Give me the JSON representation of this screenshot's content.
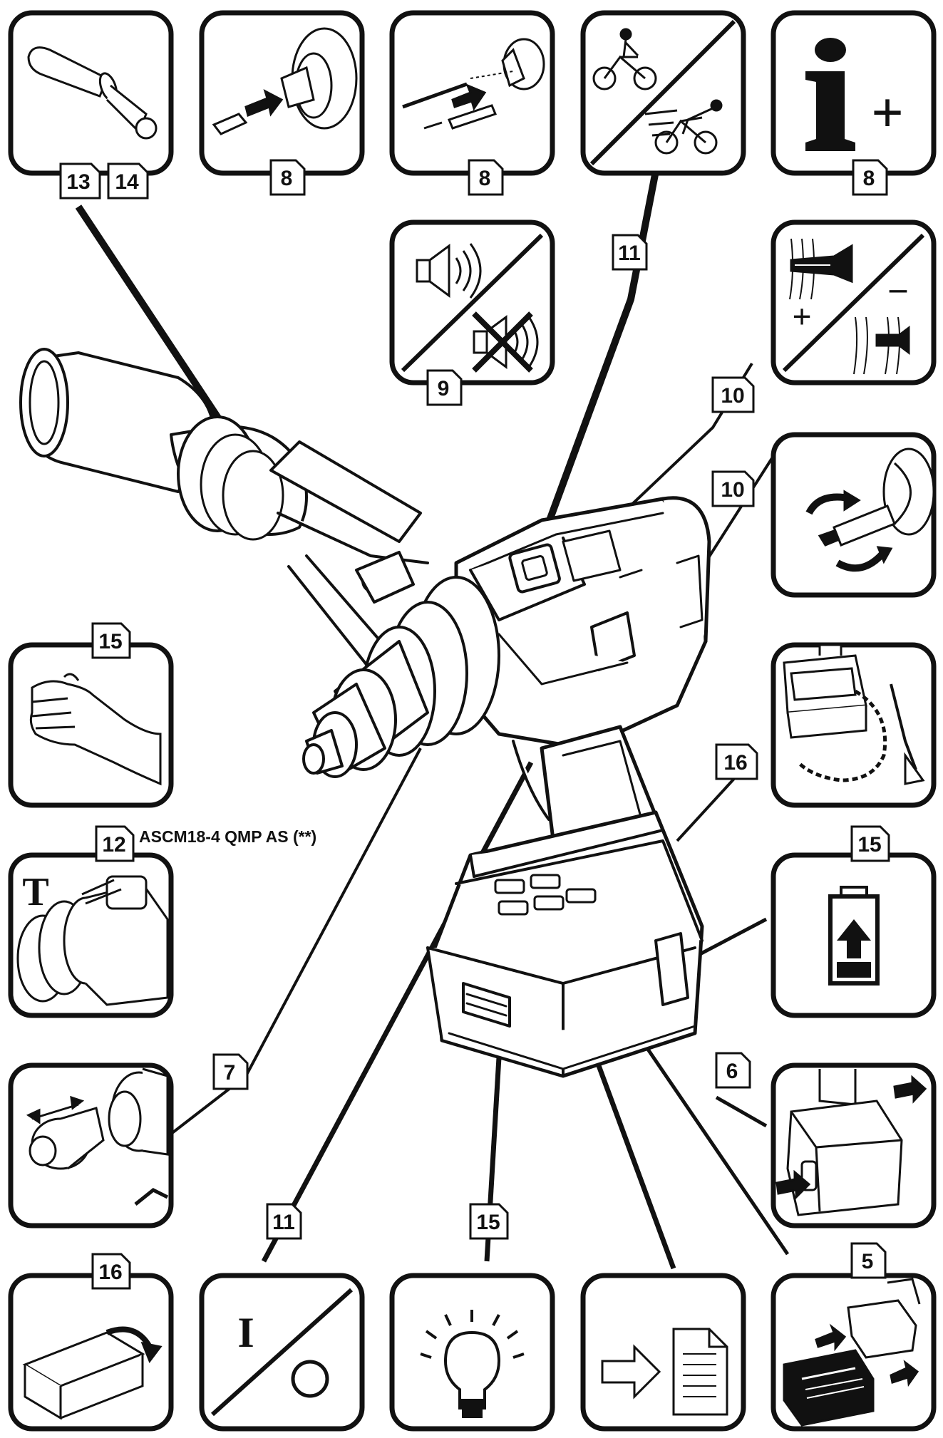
{
  "model_label": "ASCM18-4 QMP AS (**)",
  "tags": {
    "t13": "13",
    "t14": "14",
    "t8a": "8",
    "t8b": "8",
    "t8c": "8",
    "t9": "9",
    "t10a": "10",
    "t10b": "10",
    "t11a": "11",
    "t11b": "11",
    "t12": "12",
    "t15a": "15",
    "t15b": "15",
    "t15c": "15",
    "t16a": "16",
    "t16b": "16",
    "t7": "7",
    "t6": "6",
    "t5": "5"
  },
  "symbols": {
    "info": "i",
    "plus": "+",
    "minus": "–",
    "switch_on": "I",
    "hammer": "T"
  }
}
